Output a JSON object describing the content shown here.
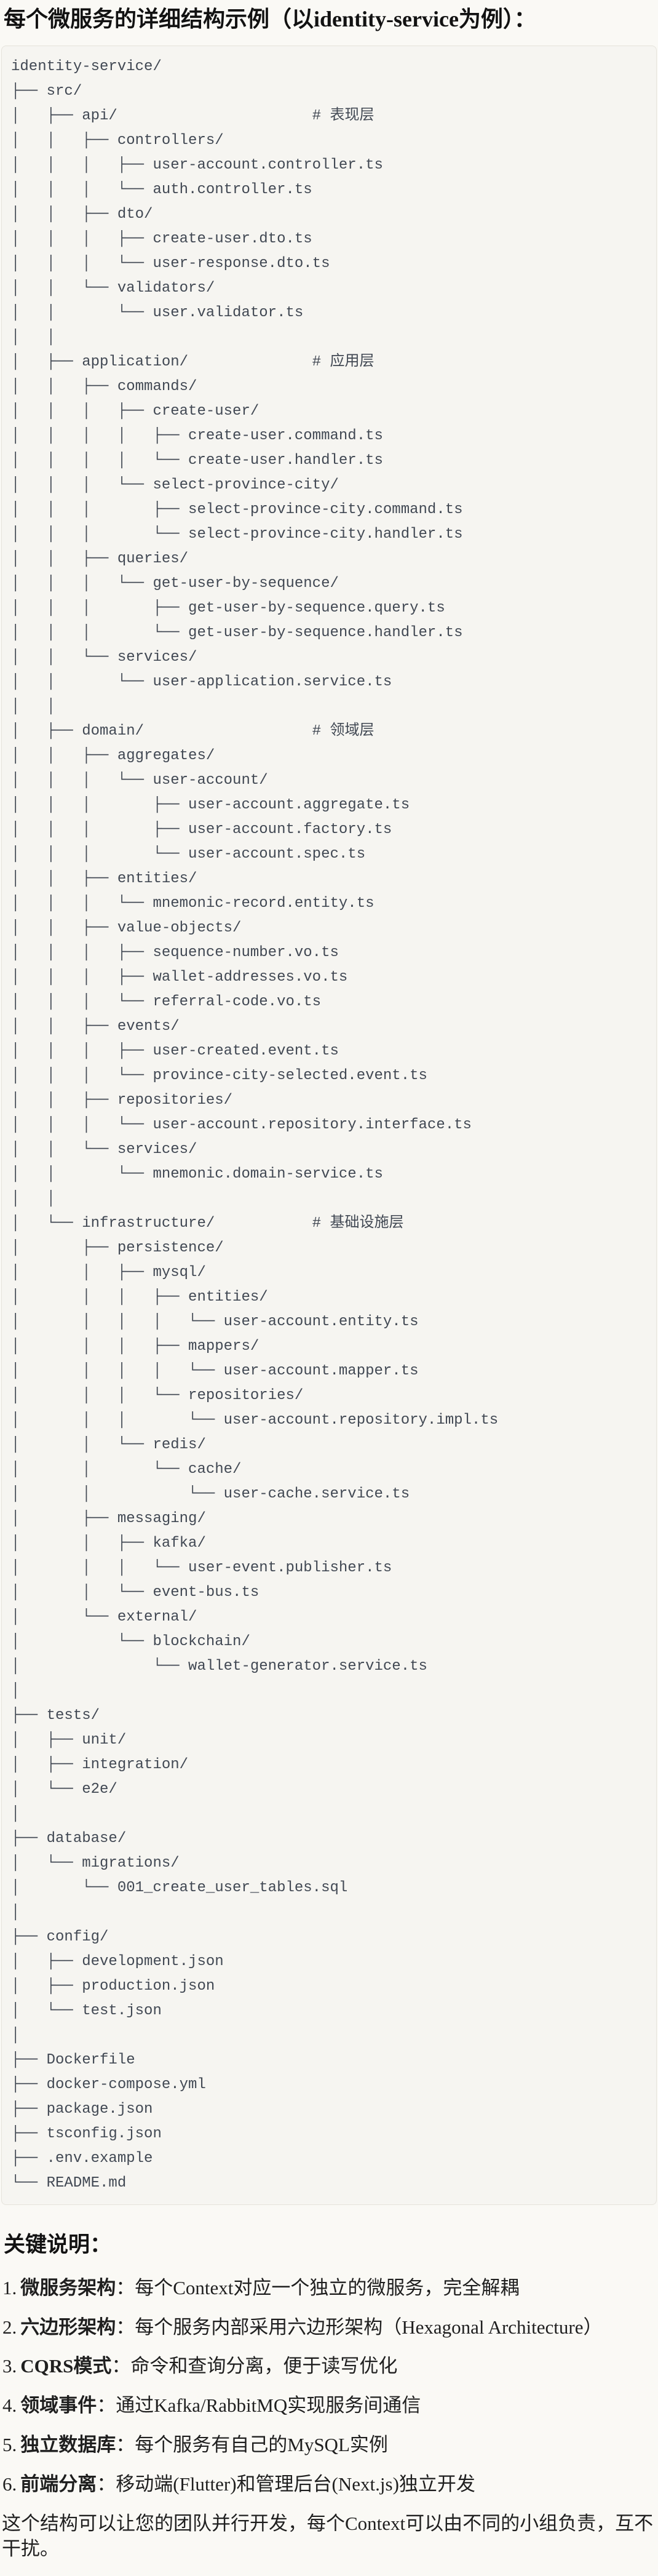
{
  "page": {
    "title": "每个微服务的详细结构示例（以identity-service为例）："
  },
  "tree": {
    "lines": [
      "identity-service/",
      "├── src/",
      "│   ├── api/                      # 表现层",
      "│   │   ├── controllers/",
      "│   │   │   ├── user-account.controller.ts",
      "│   │   │   └── auth.controller.ts",
      "│   │   ├── dto/",
      "│   │   │   ├── create-user.dto.ts",
      "│   │   │   └── user-response.dto.ts",
      "│   │   └── validators/",
      "│   │       └── user.validator.ts",
      "│   │",
      "│   ├── application/              # 应用层",
      "│   │   ├── commands/",
      "│   │   │   ├── create-user/",
      "│   │   │   │   ├── create-user.command.ts",
      "│   │   │   │   └── create-user.handler.ts",
      "│   │   │   └── select-province-city/",
      "│   │   │       ├── select-province-city.command.ts",
      "│   │   │       └── select-province-city.handler.ts",
      "│   │   ├── queries/",
      "│   │   │   └── get-user-by-sequence/",
      "│   │   │       ├── get-user-by-sequence.query.ts",
      "│   │   │       └── get-user-by-sequence.handler.ts",
      "│   │   └── services/",
      "│   │       └── user-application.service.ts",
      "│   │",
      "│   ├── domain/                   # 领域层",
      "│   │   ├── aggregates/",
      "│   │   │   └── user-account/",
      "│   │   │       ├── user-account.aggregate.ts",
      "│   │   │       ├── user-account.factory.ts",
      "│   │   │       └── user-account.spec.ts",
      "│   │   ├── entities/",
      "│   │   │   └── mnemonic-record.entity.ts",
      "│   │   ├── value-objects/",
      "│   │   │   ├── sequence-number.vo.ts",
      "│   │   │   ├── wallet-addresses.vo.ts",
      "│   │   │   └── referral-code.vo.ts",
      "│   │   ├── events/",
      "│   │   │   ├── user-created.event.ts",
      "│   │   │   └── province-city-selected.event.ts",
      "│   │   ├── repositories/",
      "│   │   │   └── user-account.repository.interface.ts",
      "│   │   └── services/",
      "│   │       └── mnemonic.domain-service.ts",
      "│   │",
      "│   └── infrastructure/           # 基础设施层",
      "│       ├── persistence/",
      "│       │   ├── mysql/",
      "│       │   │   ├── entities/",
      "│       │   │   │   └── user-account.entity.ts",
      "│       │   │   ├── mappers/",
      "│       │   │   │   └── user-account.mapper.ts",
      "│       │   │   └── repositories/",
      "│       │   │       └── user-account.repository.impl.ts",
      "│       │   └── redis/",
      "│       │       └── cache/",
      "│       │           └── user-cache.service.ts",
      "│       ├── messaging/",
      "│       │   ├── kafka/",
      "│       │   │   └── user-event.publisher.ts",
      "│       │   └── event-bus.ts",
      "│       └── external/",
      "│           └── blockchain/",
      "│               └── wallet-generator.service.ts",
      "│",
      "├── tests/",
      "│   ├── unit/",
      "│   ├── integration/",
      "│   └── e2e/",
      "│",
      "├── database/",
      "│   └── migrations/",
      "│       └── 001_create_user_tables.sql",
      "│",
      "├── config/",
      "│   ├── development.json",
      "│   ├── production.json",
      "│   └── test.json",
      "│",
      "├── Dockerfile",
      "├── docker-compose.yml",
      "├── package.json",
      "├── tsconfig.json",
      "├── .env.example",
      "└── README.md"
    ]
  },
  "notes": {
    "heading": "关键说明：",
    "items": [
      {
        "num": "1.",
        "label": "微服务架构",
        "text": "：每个Context对应一个独立的微服务，完全解耦"
      },
      {
        "num": "2.",
        "label": "六边形架构",
        "text": "：每个服务内部采用六边形架构（Hexagonal Architecture）"
      },
      {
        "num": "3.",
        "label": "CQRS模式",
        "text": "：命令和查询分离，便于读写优化"
      },
      {
        "num": "4.",
        "label": "领域事件",
        "text": "：通过Kafka/RabbitMQ实现服务间通信"
      },
      {
        "num": "5.",
        "label": "独立数据库",
        "text": "：每个服务有自己的MySQL实例"
      },
      {
        "num": "6.",
        "label": "前端分离",
        "text": "：移动端(Flutter)和管理后台(Next.js)独立开发"
      }
    ],
    "closing": "这个结构可以让您的团队并行开发，每个Context可以由不同的小组负责，互不干扰。"
  },
  "colors": {
    "page_background": "#FAF9F5",
    "code_background": "#F6F5F1",
    "code_border": "#E5E3DB",
    "code_text": "#414853",
    "body_text": "#1F1F1F"
  }
}
